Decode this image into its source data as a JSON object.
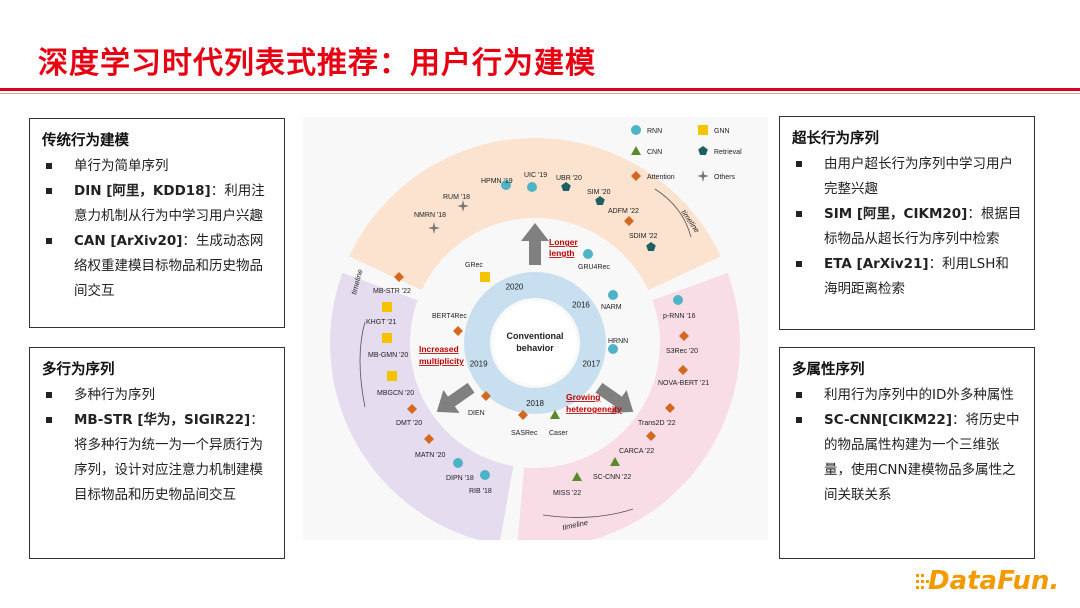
{
  "title": "深度学习时代列表式推荐：用户行为建模",
  "box_tl": {
    "heading": "传统行为建模",
    "items": [
      {
        "bold": "",
        "text": "单行为简单序列"
      },
      {
        "bold": "DIN [阿里，KDD18]",
        "text": "：利用注意力机制从行为中学习用户兴趣"
      },
      {
        "bold": "CAN [ArXiv20]",
        "text": "：生成动态网络权重建模目标物品和历史物品间交互"
      }
    ]
  },
  "box_bl": {
    "heading": "多行为序列",
    "items": [
      {
        "bold": "",
        "text": "多种行为序列"
      },
      {
        "bold": "MB-STR [华为，SIGIR22]",
        "text": "：将多种行为统一为一个异质行为序列，设计对应注意力机制建模目标物品和历史物品间交互"
      }
    ]
  },
  "box_tr": {
    "heading": "超长行为序列",
    "items": [
      {
        "bold": "",
        "text": "由用户超长行为序列中学习用户完整兴趣"
      },
      {
        "bold": "SIM [阿里，CIKM20]",
        "text": "：根据目标物品从超长行为序列中检索"
      },
      {
        "bold": "ETA [ArXiv21]",
        "text": "：利用LSH和海明距离检索"
      }
    ]
  },
  "box_br": {
    "heading": "多属性序列",
    "items": [
      {
        "bold": "",
        "text": "利用行为序列中的ID外多种属性"
      },
      {
        "bold": "SC-CNN[CIKM22]",
        "text": "：将历史中的物品属性构建为一个三维张量，使用CNN建模物品多属性之间关联关系"
      }
    ]
  },
  "diagram": {
    "center": [
      "Conventional",
      "behavior"
    ],
    "years": [
      "2020",
      "2016",
      "2017",
      "2018",
      "2019"
    ],
    "directions": {
      "top": [
        "Longer",
        "length"
      ],
      "left": [
        "Increased",
        "multiplicity"
      ],
      "right": [
        "Growing",
        "heterogeneity"
      ]
    },
    "timeline_label": "timeline",
    "legend": [
      {
        "label": "RNN",
        "shape": "circle"
      },
      {
        "label": "GNN",
        "shape": "square"
      },
      {
        "label": "CNN",
        "shape": "triangle"
      },
      {
        "label": "Retrieval",
        "shape": "pentagon"
      },
      {
        "label": "Attention",
        "shape": "diamond"
      },
      {
        "label": "Others",
        "shape": "star"
      }
    ],
    "colors": {
      "rnn": "#4fb3c8",
      "gnn": "#f5c400",
      "cnn": "#5a8a2a",
      "retrieval": "#1f5f63",
      "attention": "#d2691e",
      "others": "#777777",
      "band_top": "#fbe3cf",
      "band_left": "#e5dcef",
      "band_right": "#f9dde6",
      "inner_ring": "#c8dff0",
      "arrow": "#808080",
      "highlight": "#c00000"
    },
    "models": [
      {
        "label": "HPMN '19",
        "shape": "circle"
      },
      {
        "label": "UIC '19",
        "shape": "circle"
      },
      {
        "label": "UBR '20",
        "shape": "pentagon"
      },
      {
        "label": "RUM '18",
        "shape": "star"
      },
      {
        "label": "SIM '20",
        "shape": "pentagon"
      },
      {
        "label": "NMRN '18",
        "shape": "star"
      },
      {
        "label": "ADFM '22",
        "shape": "diamond"
      },
      {
        "label": "SDIM '22",
        "shape": "pentagon"
      },
      {
        "label": "MB-STR '22",
        "shape": "diamond"
      },
      {
        "label": "KHGT '21",
        "shape": "square"
      },
      {
        "label": "MB-GMN '20",
        "shape": "square"
      },
      {
        "label": "MBGCN '20",
        "shape": "square"
      },
      {
        "label": "DMT '20",
        "shape": "diamond"
      },
      {
        "label": "MATN '20",
        "shape": "diamond"
      },
      {
        "label": "DIPN '18",
        "shape": "circle"
      },
      {
        "label": "RIB '18",
        "shape": "circle"
      },
      {
        "label": "p-RNN '16",
        "shape": "circle"
      },
      {
        "label": "S3Rec '20",
        "shape": "diamond"
      },
      {
        "label": "NOVA-BERT '21",
        "shape": "diamond"
      },
      {
        "label": "Trans2D '22",
        "shape": "diamond"
      },
      {
        "label": "CARCA '22",
        "shape": "diamond"
      },
      {
        "label": "SC-CNN '22",
        "shape": "triangle"
      },
      {
        "label": "MISS '22",
        "shape": "triangle"
      },
      {
        "label": "GRec",
        "shape": "square"
      },
      {
        "label": "GRU4Rec",
        "shape": "circle"
      },
      {
        "label": "NARM",
        "shape": "circle"
      },
      {
        "label": "BERT4Rec",
        "shape": "diamond"
      },
      {
        "label": "HRNN",
        "shape": "circle"
      },
      {
        "label": "DIEN",
        "shape": "diamond"
      },
      {
        "label": "SASRec",
        "shape": "diamond"
      },
      {
        "label": "Caser",
        "shape": "triangle"
      }
    ]
  },
  "logo": "DataFun."
}
